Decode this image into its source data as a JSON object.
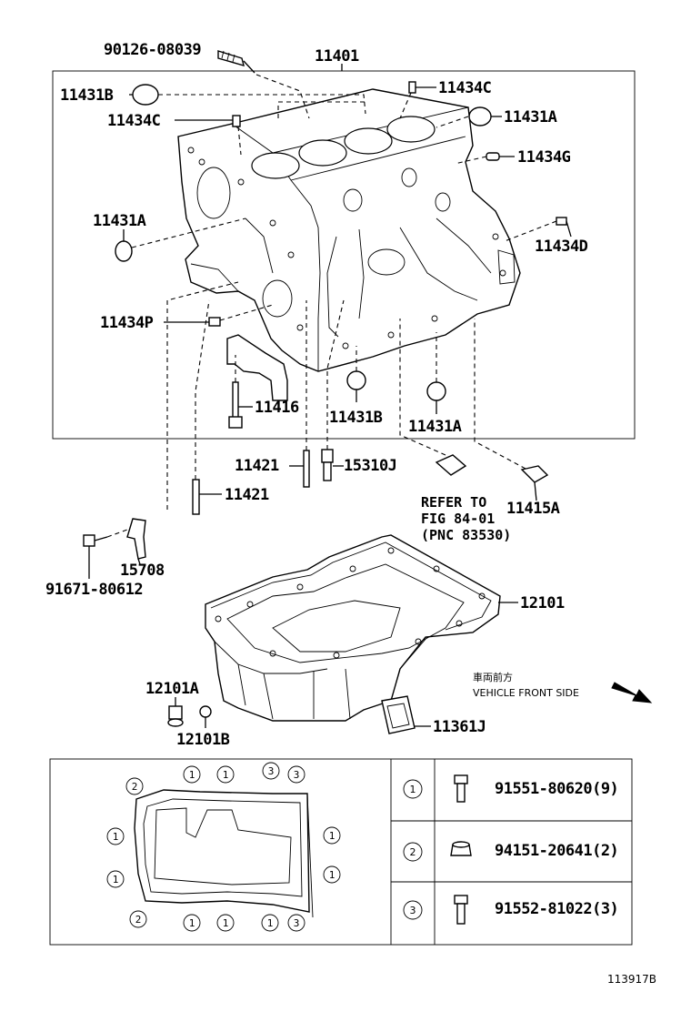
{
  "labels": {
    "p90126": "90126-08039",
    "p11401": "11401",
    "p11431B_top": "11431B",
    "p11434C_top": "11434C",
    "p11434C_left": "11434C",
    "p11431A_right": "11431A",
    "p11434G": "11434G",
    "p11431A_left": "11431A",
    "p11434D": "11434D",
    "p11434P": "11434P",
    "p11416": "11416",
    "p11431B_bot": "11431B",
    "p11431A_bot": "11431A",
    "p11421_a": "11421",
    "p15310J": "15310J",
    "p11421_b": "11421",
    "p11415A": "11415A",
    "p15708": "15708",
    "p91671": "91671-80612",
    "p12101": "12101",
    "p12101A": "12101A",
    "p12101B": "12101B",
    "p11361J": "11361J"
  },
  "refer": {
    "line1": "REFER TO",
    "line2": "FIG 84-01",
    "line3": "(PNC 83530)"
  },
  "vehicle": {
    "jp": "車両前方",
    "en": "VEHICLE FRONT SIDE"
  },
  "legend": [
    {
      "num": "1",
      "part": "91551-80620(9)",
      "icon": "bolt-icon"
    },
    {
      "num": "2",
      "part": "94151-20641(2)",
      "icon": "nut-icon"
    },
    {
      "num": "3",
      "part": "91552-81022(3)",
      "icon": "bolt-icon"
    }
  ],
  "pan_circles": {
    "c1": "2",
    "c2": "1",
    "c3": "1",
    "c4": "3",
    "c5": "3",
    "c6": "1",
    "c7": "1",
    "c8": "1",
    "c9": "1",
    "c10": "2",
    "c11": "1",
    "c12": "1",
    "c13": "1",
    "c14": "3"
  },
  "figure_id": "113917B"
}
